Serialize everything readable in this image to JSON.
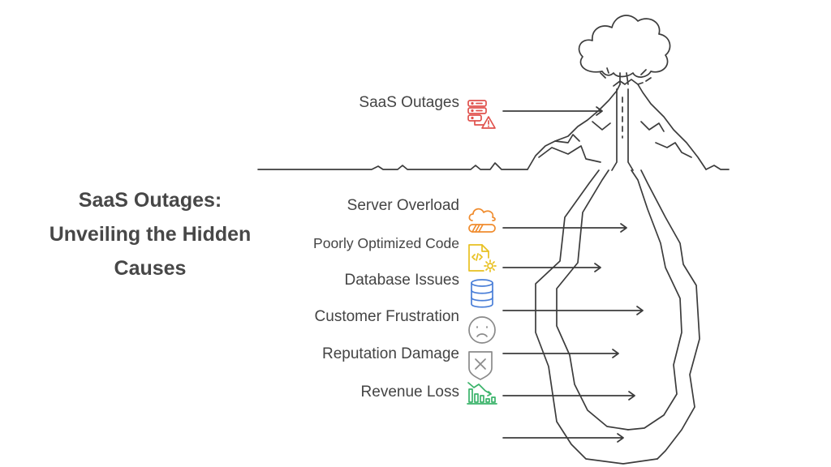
{
  "title": {
    "line1": "SaaS Outages:",
    "line2": "Unveiling the Hidden",
    "line3": "Causes"
  },
  "items": [
    {
      "label": "SaaS Outages",
      "icon": "server-warning-icon",
      "color": "#e0524d"
    },
    {
      "label": "Server Overload",
      "icon": "cloud-overload-icon",
      "color": "#f08c2e"
    },
    {
      "label": "Poorly Optimized Code",
      "icon": "code-gear-icon",
      "color": "#e8c020"
    },
    {
      "label": "Database Issues",
      "icon": "database-icon",
      "color": "#4a7fd8"
    },
    {
      "label": "Customer Frustration",
      "icon": "frown-face-icon",
      "color": "#8a8a8a"
    },
    {
      "label": "Reputation Damage",
      "icon": "shield-x-icon",
      "color": "#8a8a8a"
    },
    {
      "label": "Revenue Loss",
      "icon": "chart-down-icon",
      "color": "#3ab36a"
    }
  ]
}
